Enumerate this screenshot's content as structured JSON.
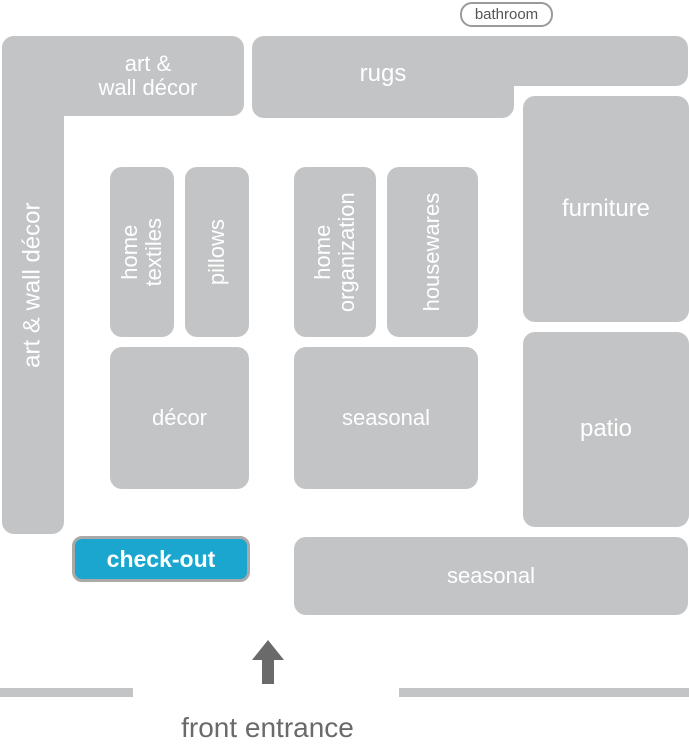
{
  "map": {
    "bathroom": "bathroom",
    "art_wall_top": "art &\nwall décor",
    "art_wall_side": "art & wall décor",
    "rugs": "rugs",
    "furniture": "furniture",
    "patio": "patio",
    "home_textiles": "home\ntextiles",
    "pillows": "pillows",
    "home_organization": "home\norganization",
    "housewares": "housewares",
    "decor": "décor",
    "seasonal_center": "seasonal",
    "seasonal_bottom": "seasonal",
    "checkout": "check-out",
    "front_entrance": "front entrance"
  },
  "colors": {
    "section": "#c3c4c6",
    "checkout": "#1aa6cf",
    "arrow": "#6a6a6a"
  },
  "icons": {
    "entrance_arrow": "arrow-up-icon"
  }
}
